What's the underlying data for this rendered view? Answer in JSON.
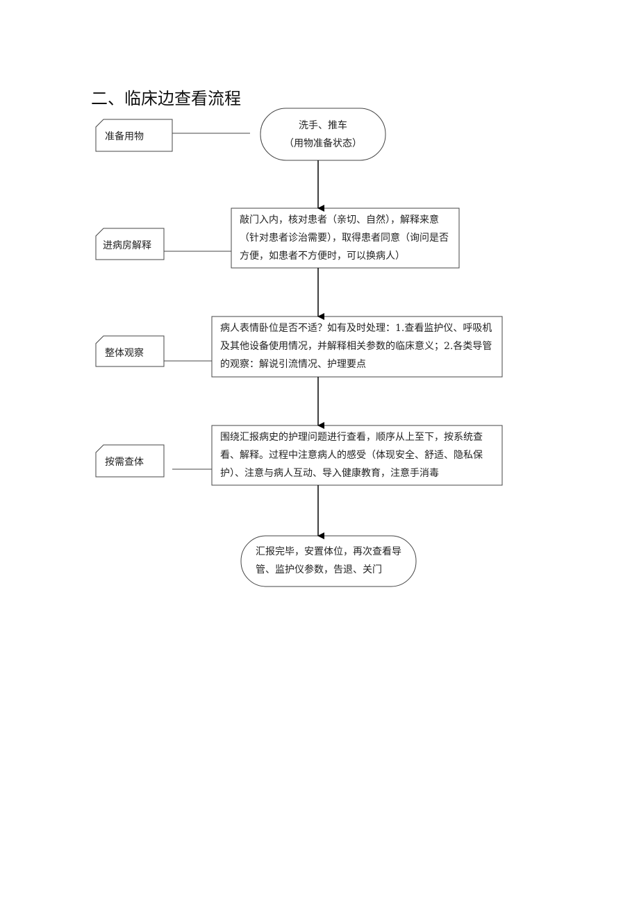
{
  "page_title": "二、临床边查看流程",
  "flow": {
    "start": {
      "line1": "洗手、推车",
      "line2": "（用物准备状态）"
    },
    "steps": [
      {
        "text": "敲门入内，核对患者（亲切、自然），解释来意（针对患者诊治需要），取得患者同意（询问是否方便，如患者不方便时，可以换病人）"
      },
      {
        "text": "病人表情卧位是否不适？如有及时处理：1.查看监护仪、呼吸机及其他设备使用情况，并解释相关参数的临床意义；2.各类导管的观察：解说引流情况、护理要点"
      },
      {
        "text": "围绕汇报病史的护理问题进行查看，顺序从上至下，按系统查看、解释。过程中注意病人的感受（体现安全、舒适、隐私保护）、注意与病人互动、导入健康教育，注意手消毒"
      }
    ],
    "end": {
      "line1": "汇报完毕，安置体位，再次查看导",
      "line2": "管、监护仪参数，告退、关门"
    }
  },
  "labels": [
    "准备用物",
    "进病房解释",
    "整体观察",
    "按需查体"
  ]
}
